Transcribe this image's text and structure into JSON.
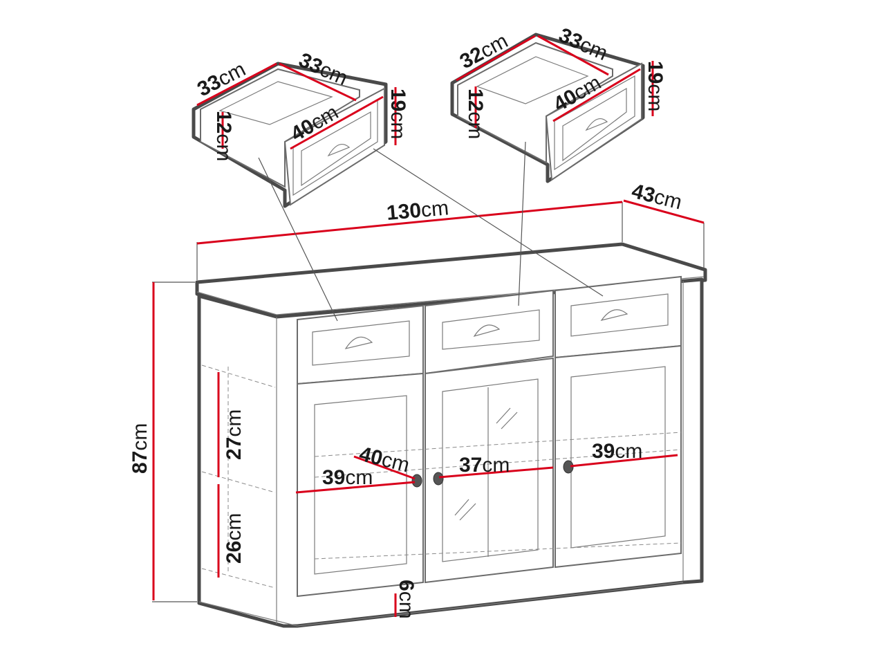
{
  "colors": {
    "dimension_line": "#d9001b",
    "outline": "#4a4a4a",
    "background": "#ffffff"
  },
  "dimensions": {
    "left_drawer": {
      "depth_left": {
        "num": "33",
        "unit": "cm"
      },
      "depth_right": {
        "num": "33",
        "unit": "cm"
      },
      "inner_height": {
        "num": "12",
        "unit": "cm"
      },
      "front_width": {
        "num": "40",
        "unit": "cm"
      },
      "front_height": {
        "num": "19",
        "unit": "cm"
      }
    },
    "right_drawer": {
      "depth_left": {
        "num": "32",
        "unit": "cm"
      },
      "depth_right": {
        "num": "33",
        "unit": "cm"
      },
      "inner_height": {
        "num": "12",
        "unit": "cm"
      },
      "front_width": {
        "num": "40",
        "unit": "cm"
      },
      "front_height": {
        "num": "19",
        "unit": "cm"
      }
    },
    "cabinet": {
      "width": {
        "num": "130",
        "unit": "cm"
      },
      "depth": {
        "num": "43",
        "unit": "cm"
      },
      "height": {
        "num": "87",
        "unit": "cm"
      },
      "upper_shelf_gap": {
        "num": "27",
        "unit": "cm"
      },
      "lower_shelf_gap": {
        "num": "26",
        "unit": "cm"
      },
      "plinth": {
        "num": "6",
        "unit": "cm"
      },
      "inner_depth": {
        "num": "40",
        "unit": "cm"
      },
      "left_compartment": {
        "num": "39",
        "unit": "cm"
      },
      "middle_compartment": {
        "num": "37",
        "unit": "cm"
      },
      "right_compartment": {
        "num": "39",
        "unit": "cm"
      }
    }
  }
}
